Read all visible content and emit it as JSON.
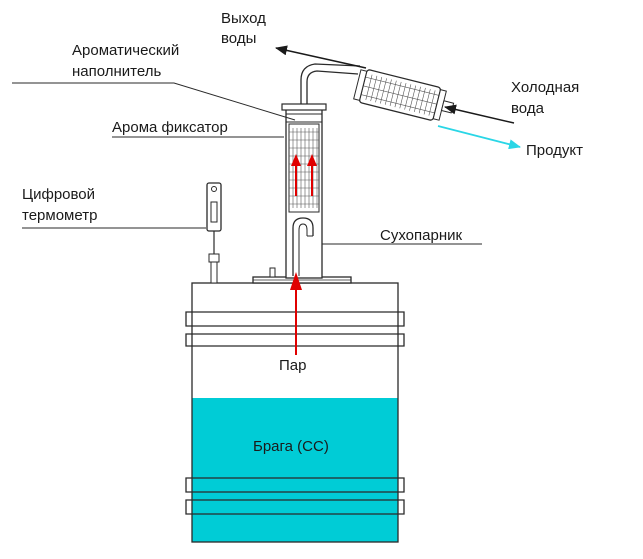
{
  "labels": {
    "water_out_line1": "Выход",
    "water_out_line2": "воды",
    "aromatic_filler_line1": "Ароматический",
    "aromatic_filler_line2": "наполнитель",
    "aroma_fixator": "Арома фиксатор",
    "thermometer_line1": "Цифровой",
    "thermometer_line2": "термометр",
    "cold_water_line1": "Холодная",
    "cold_water_line2": "вода",
    "product": "Продукт",
    "dry_steamer": "Сухопарник",
    "steam": "Пар",
    "mash": "Брага (СС)"
  },
  "colors": {
    "liquid_fill": "#00ccd6",
    "steam_arrow": "#e00000",
    "product_arrow": "#2ad6e6",
    "line": "#2a2a2a",
    "white": "#ffffff"
  }
}
